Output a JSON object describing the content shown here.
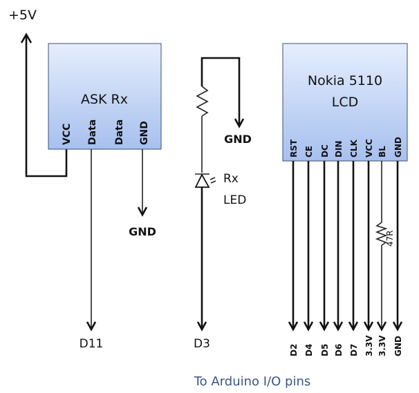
{
  "power_label": "+5V",
  "ask_module": {
    "title": "ASK Rx",
    "pins": [
      "VCC",
      "Data",
      "Data",
      "GND"
    ],
    "gnd_label": "GND",
    "data_target": "D11"
  },
  "led_branch": {
    "gnd_label": "GND",
    "led_label_line1": "Rx",
    "led_label_line2": "LED",
    "target": "D3"
  },
  "lcd_module": {
    "title_line1": "Nokia 5110",
    "title_line2": "LCD",
    "pins": [
      "RST",
      "CE",
      "DC",
      "DIN",
      "CLK",
      "VCC",
      "BL",
      "GND"
    ],
    "targets": [
      "D2",
      "D4",
      "D5",
      "D6",
      "D7",
      "3.3V",
      "3.3V",
      "GND"
    ],
    "resistor_label": "47R"
  },
  "footer_caption": "To Arduino I/O pins",
  "colors": {
    "box_top": "#e4ecfb",
    "box_bottom": "#a9c2f0",
    "box_border": "#3a4f78",
    "caption": "#3a5585"
  }
}
